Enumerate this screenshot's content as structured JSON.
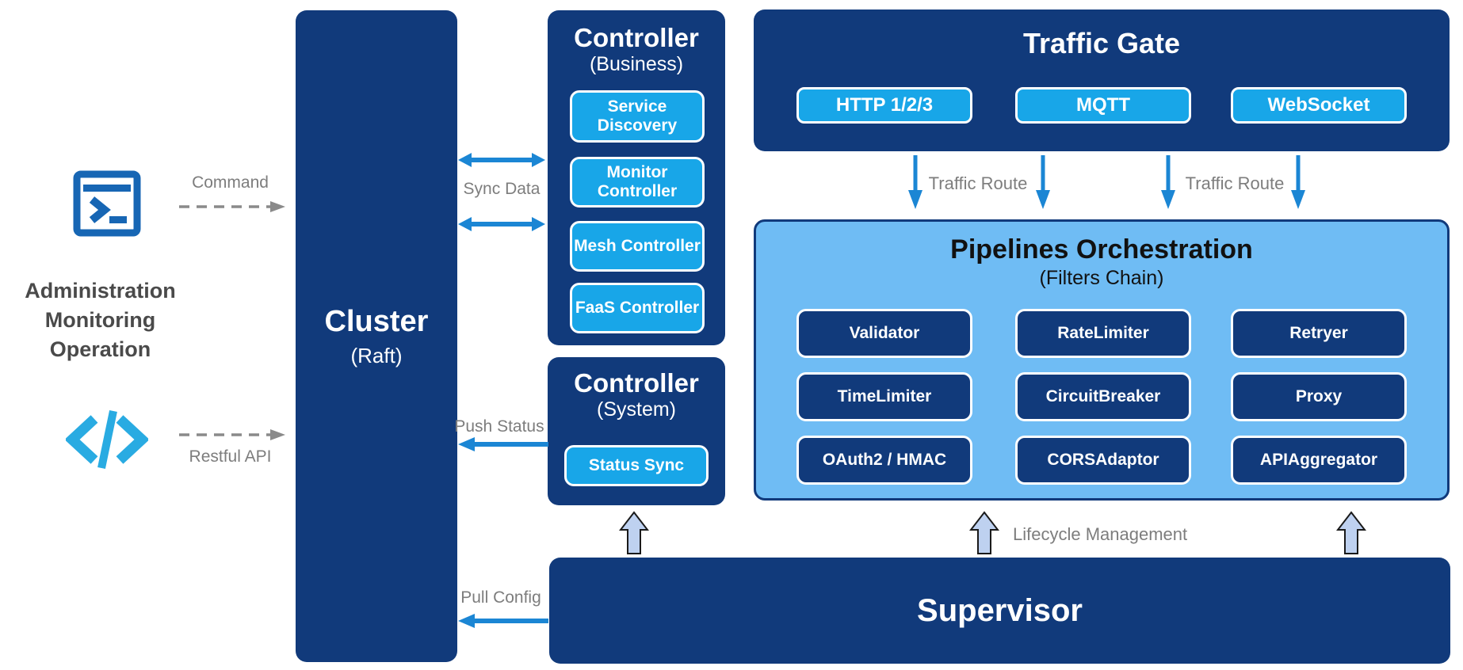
{
  "colors": {
    "navy": "#113a7b",
    "cyan": "#18a6e8",
    "pipelines_bg": "#6fbcf4",
    "arrow_blue": "#1b86d4",
    "block_arrow_fill": "#bed1f0",
    "label_gray": "#7d7d7d",
    "admin_text_gray": "#4a4a4a",
    "terminal_icon_blue": "#1766b4",
    "code_icon_blue": "#29abe2"
  },
  "left_panel": {
    "command_label": "Command",
    "admin_lines": [
      "Administration",
      "Monitoring",
      "Operation"
    ],
    "restful_label": "Restful API",
    "icons": [
      "terminal-icon",
      "code-icon"
    ]
  },
  "cluster": {
    "title": "Cluster",
    "subtitle": "(Raft)"
  },
  "controller_business": {
    "title": "Controller",
    "subtitle": "(Business)",
    "items": [
      "Service Discovery",
      "Monitor Controller",
      "Mesh Controller",
      "FaaS Controller"
    ]
  },
  "controller_system": {
    "title": "Controller",
    "subtitle": "(System)",
    "items": [
      "Status Sync"
    ]
  },
  "traffic_gate": {
    "title": "Traffic Gate",
    "items": [
      "HTTP 1/2/3",
      "MQTT",
      "WebSocket"
    ]
  },
  "pipelines": {
    "title": "Pipelines Orchestration",
    "subtitle": "(Filters Chain)",
    "filters": [
      [
        "Validator",
        "RateLimiter",
        "Retryer"
      ],
      [
        "TimeLimiter",
        "CircuitBreaker",
        "Proxy"
      ],
      [
        "OAuth2 / HMAC",
        "CORSAdaptor",
        "APIAggregator"
      ]
    ]
  },
  "supervisor": {
    "title": "Supervisor"
  },
  "labels": {
    "sync_data": "Sync Data",
    "push_status": "Push Status",
    "pull_config": "Pull Config",
    "traffic_routes": [
      "Traffic Route",
      "Traffic Route"
    ],
    "lifecycle": "Lifecycle Management"
  }
}
